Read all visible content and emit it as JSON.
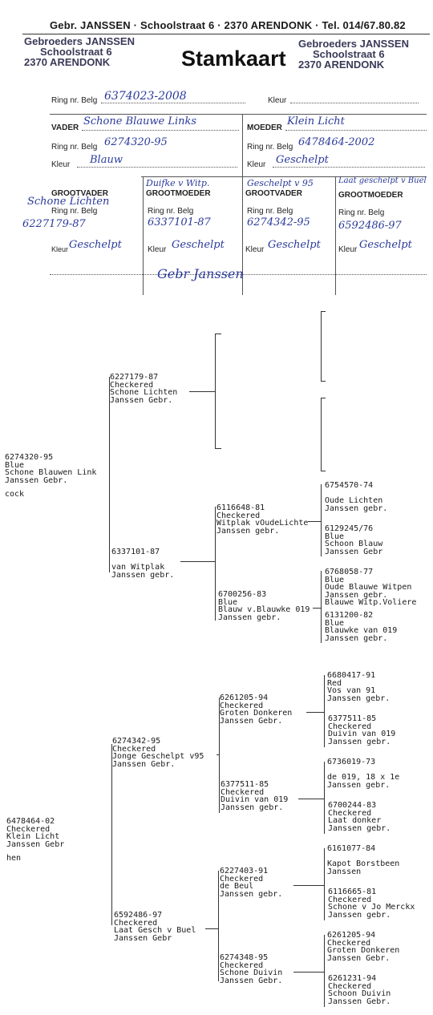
{
  "card": {
    "header": "Gebr. JANSSEN · Schoolstraat 6 · 2370 ARENDONK · Tel. 014/67.80.82",
    "title": "Stamkaart",
    "stamp_left": [
      "Gebroeders JANSSEN",
      "Schoolstraat 6",
      "2370 ARENDONK"
    ],
    "stamp_right": [
      "Gebroeders JANSSEN",
      "Schoolstraat 6",
      "2370 ARENDONK"
    ],
    "ring_label": "Ring nr. Belg",
    "ring_value": "6374023-2008",
    "kleur_label": "Kleur",
    "vader_label": "VADER",
    "vader_name": "Schone Blauwe Links",
    "vader_ring": "6274320-95",
    "vader_kleur": "Blauw",
    "moeder_label": "MOEDER",
    "moeder_name": "Klein Licht",
    "moeder_ring": "6478464-2002",
    "moeder_kleur": "Geschelpt",
    "gp_ring_label": "Ring nr. Belg",
    "grootvader_label": "GROOTVADER",
    "grootmoeder_label": "GROOTMOEDER",
    "gp": [
      {
        "role": "GROOTVADER",
        "name": "Schone Lichten",
        "ring": "6227179-87",
        "kleur": "Geschelpt"
      },
      {
        "role": "GROOTMOEDER",
        "name": "Duifke v Witp.",
        "ring": "6337101-87",
        "kleur": "Geschelpt"
      },
      {
        "role": "GROOTVADER",
        "name": "Geschelpt v 95",
        "ring": "6274342-95",
        "kleur": "Geschelpt"
      },
      {
        "role": "GROOTMOEDER",
        "name": "Laat geschelpt v Buel",
        "ring": "6592486-97",
        "kleur": "Geschelpt"
      }
    ],
    "signature": "Gebr Janssen"
  },
  "pedigree1": {
    "subject": [
      "6274320-95",
      "Blue",
      "Schone Blauwen Link",
      "Janssen Gebr."
    ],
    "sex": "cock",
    "sire": [
      "6227179-87",
      "Checkered",
      "Schone Lichten",
      "Janssen Gebr."
    ],
    "dam": [
      "6337101-87",
      "",
      "van Witplak",
      "Janssen gebr."
    ],
    "dam_sire": [
      "6116648-81",
      "Checkered",
      "Witplak vOudeLichte",
      "Janssen gebr."
    ],
    "dam_dam": [
      "6700256-83",
      "Blue",
      "Blauw v.Blauwke 019",
      "Janssen gebr."
    ],
    "dss": [
      "6754570-74",
      "",
      "Oude Lichten",
      "Janssen gebr."
    ],
    "dsd": [
      "6129245/76",
      "Blue",
      "Schoon Blauw",
      "Janssen Gebr"
    ],
    "dds": [
      "6768058-77",
      "Blue",
      "Oude Blauwe Witpen",
      "Janssen gebr.",
      "Blauwe Witp.Voliere"
    ],
    "ddd": [
      "6131200-82",
      "Blue",
      "Blauwke van 019",
      "Janssen gebr."
    ]
  },
  "pedigree2": {
    "subject": [
      "6478464-02",
      "Checkered",
      "Klein Licht",
      "Janssen Gebr"
    ],
    "sex": "hen",
    "sire": [
      "6274342-95",
      "Checkered",
      "Jonge Geschelpt v95",
      "Janssen Gebr."
    ],
    "dam": [
      "6592486-97",
      "Checkered",
      "Laat Gesch v Buel",
      "Janssen Gebr"
    ],
    "ss": [
      "6261205-94",
      "Checkered",
      "Groten Donkeren",
      "Janssen Gebr."
    ],
    "sd": [
      "6377511-85",
      "Checkered",
      "Duivin van 019",
      "Janssen gebr."
    ],
    "ds": [
      "6227403-91",
      "Checkered",
      "de Beul",
      "Janssen gebr."
    ],
    "dd": [
      "6274348-95",
      "Checkered",
      "Schone Duivin",
      "Janssen Gebr."
    ],
    "sss": [
      "6680417-91",
      "Red",
      "Vos van 91",
      "Janssen gebr."
    ],
    "ssd": [
      "6377511-85",
      "Checkered",
      "Duivin van 019",
      "Janssen gebr."
    ],
    "sds": [
      "6736019-73",
      "",
      "de 019, 18 x 1e",
      "Janssen gebr."
    ],
    "sdd": [
      "6700244-83",
      "Checkered",
      "Laat donker",
      "Janssen gebr."
    ],
    "dss": [
      "6161077-84",
      "",
      "Kapot Borstbeen",
      "Janssen"
    ],
    "dsd": [
      "6116665-81",
      "Checkered",
      "Schone v Jo Merckx",
      "Janssen gebr."
    ],
    "dds": [
      "6261205-94",
      "Checkered",
      "Groten Donkeren",
      "Janssen Gebr."
    ],
    "ddd": [
      "6261231-94",
      "Checkered",
      "Schoon Duivin",
      "Janssen Gebr."
    ]
  }
}
